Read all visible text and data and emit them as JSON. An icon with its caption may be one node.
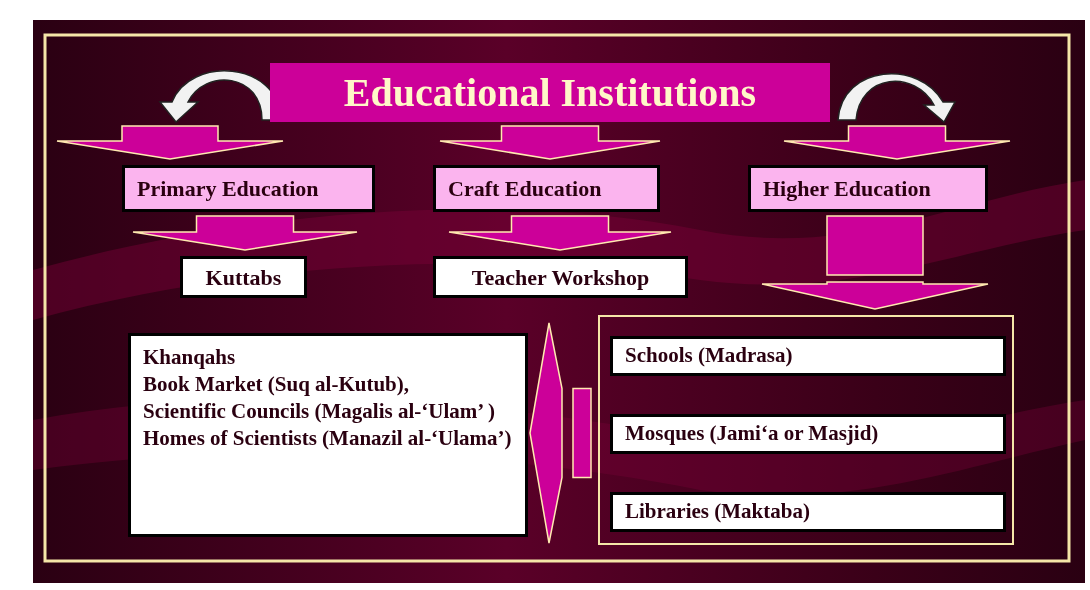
{
  "diagram": {
    "nodes": [
      {
        "text": [
          "Educational Institutions"
        ]
      },
      {
        "text": [
          "Primary Education"
        ]
      },
      {
        "text": [
          "Craft Education"
        ]
      },
      {
        "text": [
          "Higher Education"
        ]
      },
      {
        "text": [
          "Kuttabs"
        ]
      },
      {
        "text": [
          "Teacher Workshop"
        ]
      },
      {
        "text": [
          "Khanqahs",
          "Book Market (Suq al-Kutub),",
          "Scientific Councils (Magalis al-‘Ulam’ )",
          "Homes of Scientists (Manazil al-‘Ulama’)"
        ]
      },
      {
        "text": [],
        "shape": "box"
      },
      {
        "text": [
          "Schools (Madrasa)"
        ],
        "in": 7
      },
      {
        "text": [
          "Mosques (Jami‘a or Masjid)"
        ],
        "in": 7
      },
      {
        "text": [
          "Libraries (Maktaba)"
        ],
        "in": 7
      }
    ],
    "edges": [
      {
        "from": 0,
        "to": 1,
        "arrow": "to"
      },
      {
        "from": 0,
        "to": 2,
        "arrow": "to"
      },
      {
        "from": 0,
        "to": 3,
        "arrow": "to"
      },
      {
        "from": 1,
        "to": 4,
        "arrow": "to"
      },
      {
        "from": 2,
        "to": 5,
        "arrow": "to"
      },
      {
        "from": 3,
        "to": 7,
        "arrow": "to"
      },
      {
        "from": 7,
        "to": 6,
        "arrow": "to"
      },
      {
        "from": 0,
        "to": 1,
        "arrow": "to",
        "color": "#f2f2f2"
      },
      {
        "from": 0,
        "to": 3,
        "arrow": "to",
        "color": "#f2f2f2"
      }
    ]
  }
}
